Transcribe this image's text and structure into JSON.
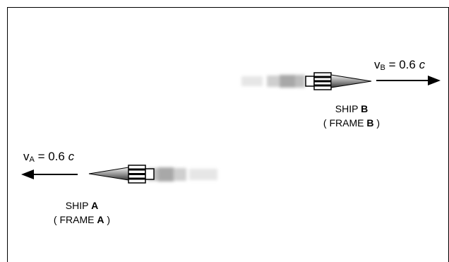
{
  "ship_b": {
    "velocity_symbol": "v",
    "velocity_subscript": "B",
    "velocity_equals": " = 0.6 ",
    "velocity_c": "c",
    "ship_word": "SHIP ",
    "ship_letter": "B",
    "frame_open": "( FRAME ",
    "frame_letter": "B",
    "frame_close": " )"
  },
  "ship_a": {
    "velocity_symbol": "v",
    "velocity_subscript": "A",
    "velocity_equals": " = 0.6 ",
    "velocity_c": "c",
    "ship_word": "SHIP ",
    "ship_letter": "A",
    "frame_open": "( FRAME ",
    "frame_letter": "A",
    "frame_close": " )"
  }
}
